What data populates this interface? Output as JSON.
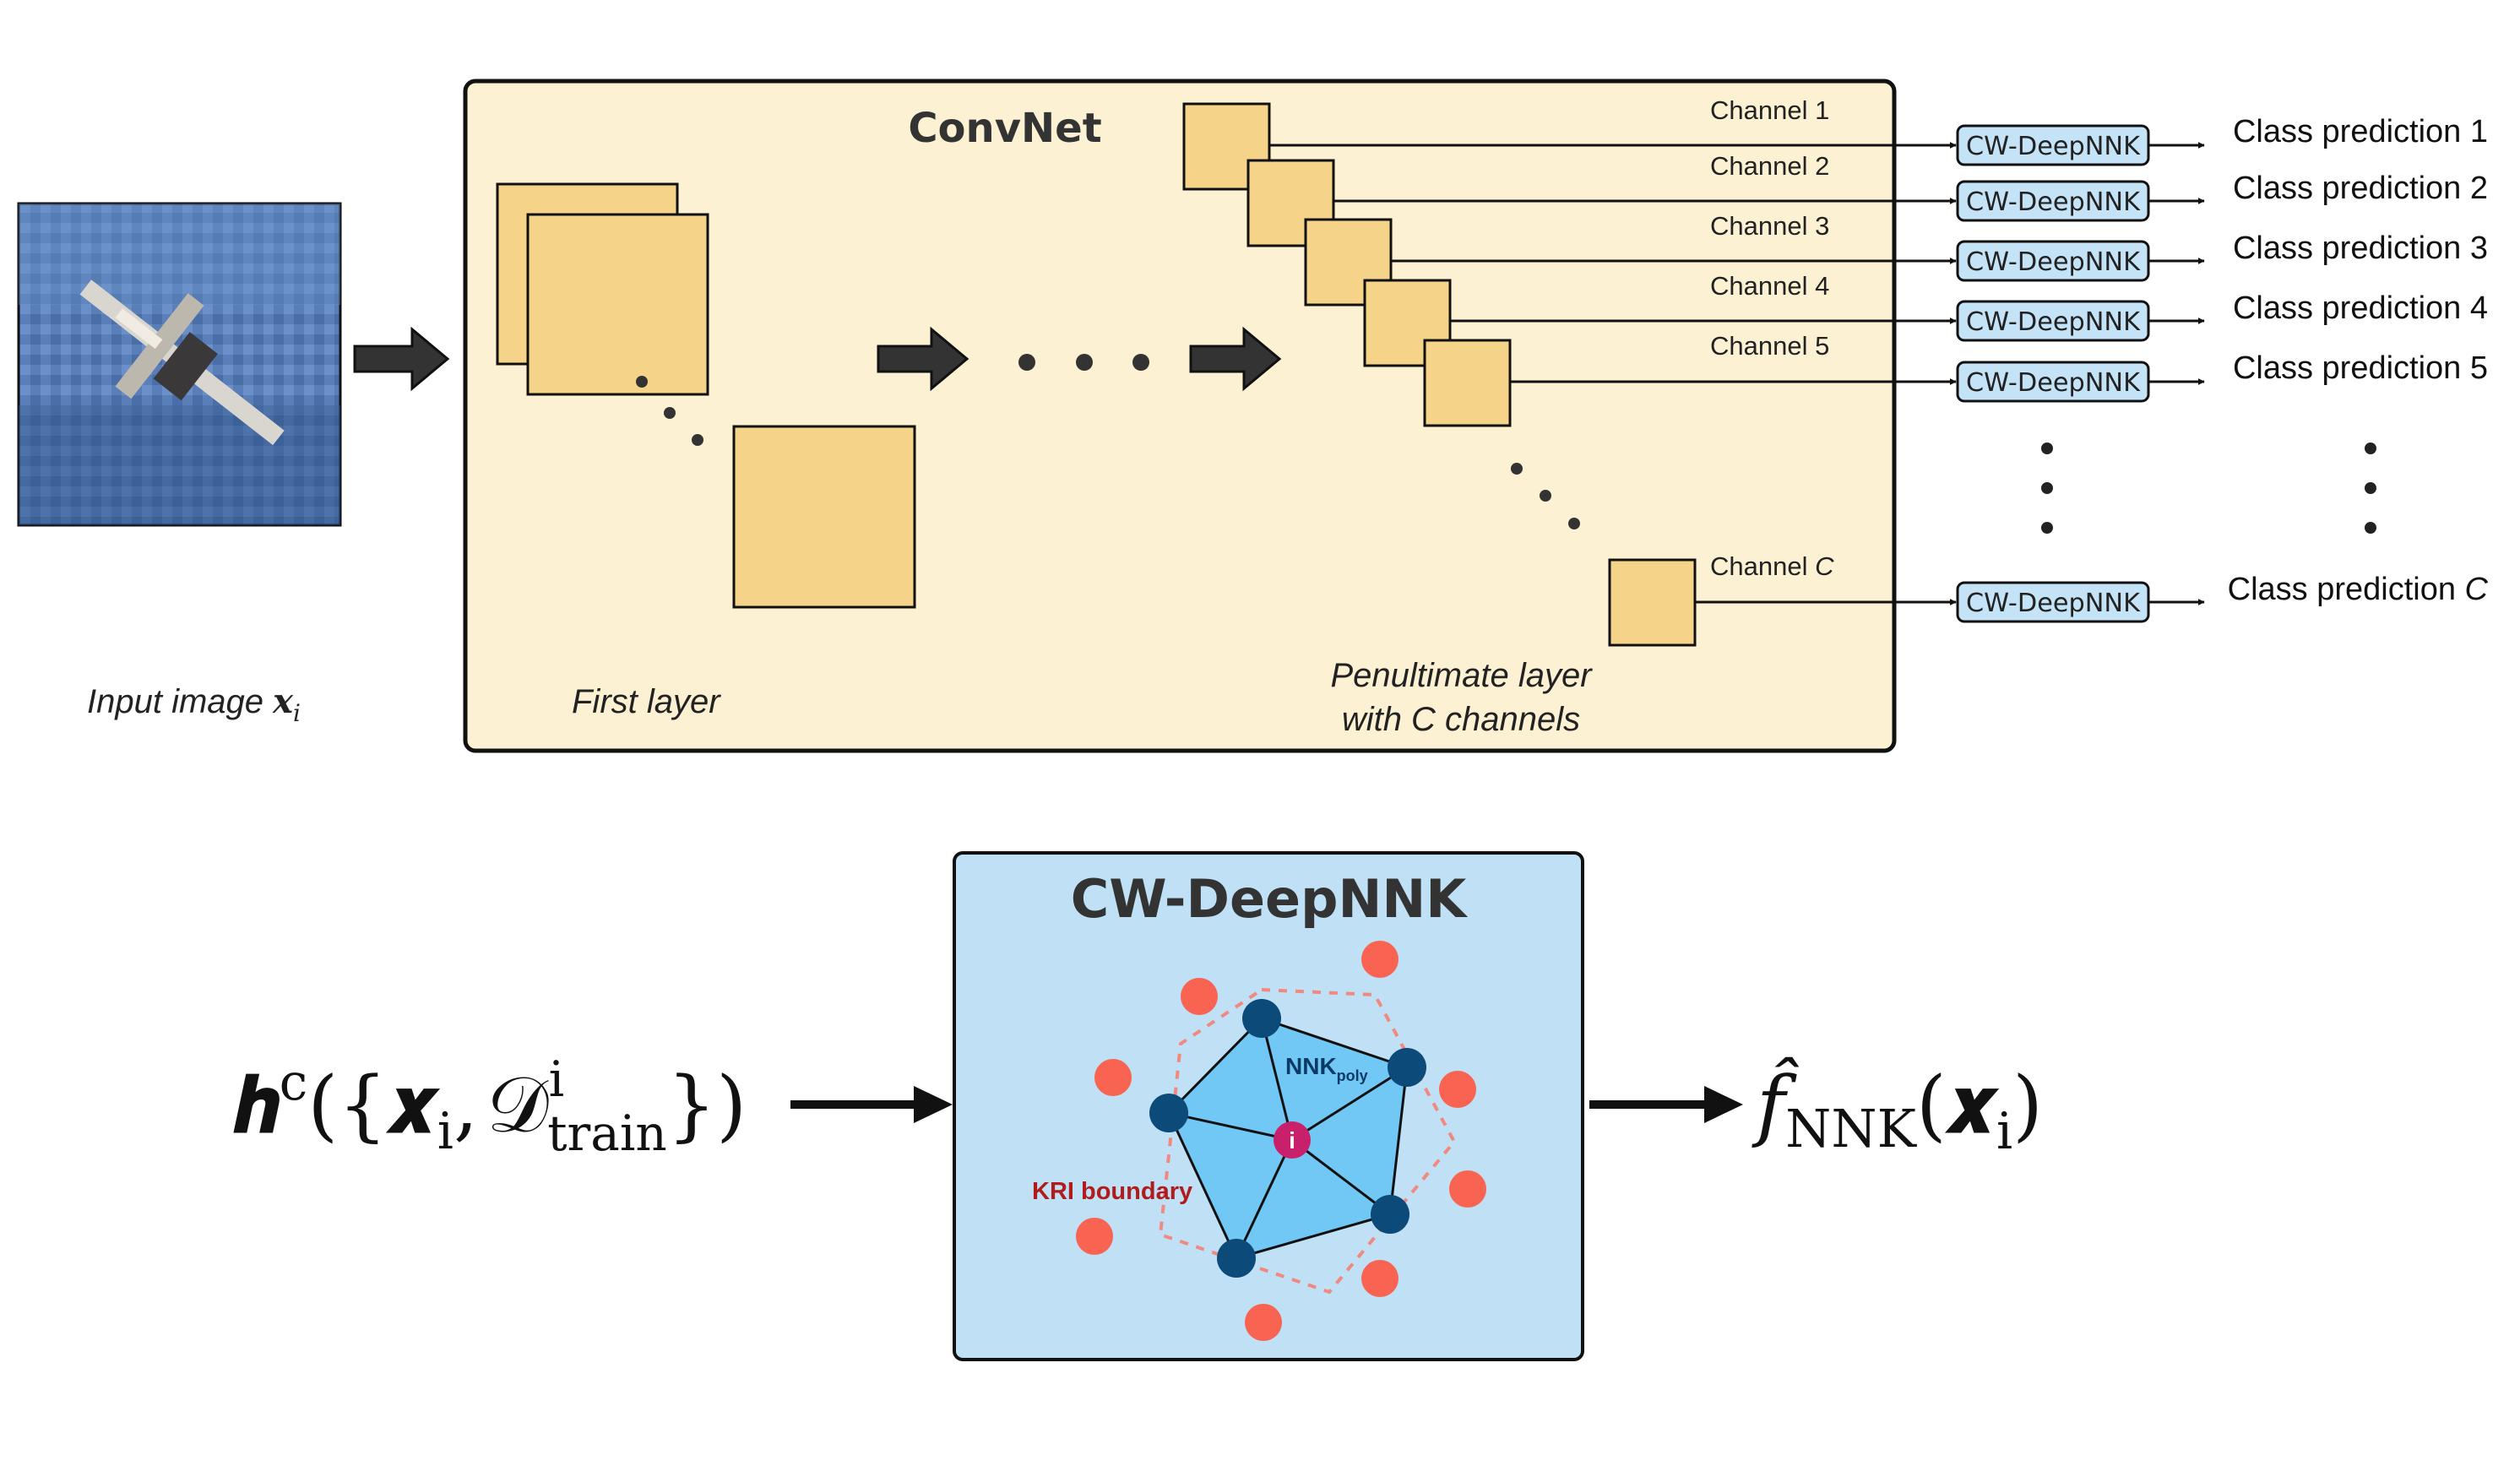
{
  "input_label_text": "Input image ",
  "input_label_var": "𝒙",
  "input_label_sub": "i",
  "convnet_title": "ConvNet",
  "first_layer_label": "First layer",
  "penultimate_label": [
    "Penultimate layer",
    "with C channels"
  ],
  "channel_prefix": "Channel ",
  "channel_suffixes": [
    "1",
    "2",
    "3",
    "4",
    "5",
    "C"
  ],
  "cw_label": "CW-DeepNNK",
  "prediction_prefix": "Class prediction ",
  "cw_box_title": "CW-DeepNNK",
  "nnk_label_main": "NNK",
  "nnk_label_sub": "poly",
  "kri_label": "KRI boundary",
  "center_node_label": "i",
  "formula_left": {
    "h": "𝒉",
    "h_sup": "c",
    "open": "({",
    "x": "𝒙",
    "x_sub": "i",
    "comma": ",",
    "D": "𝒟",
    "D_sup": "i",
    "D_sub": "train",
    "close": "})"
  },
  "formula_right": {
    "f": "f̂",
    "f_sub": "NNK",
    "open": "(",
    "x": "𝒙",
    "x_sub": "i",
    "close": ")"
  },
  "colors": {
    "convnet_bg": "#fdf1d3",
    "feature_map": "#f5d48a",
    "cw_bg": "#bfe0f5",
    "cw_small_bg": "#c5e3f7",
    "nnk_fill": "#72c8f5",
    "node_dark": "#0c4a7a",
    "node_center": "#c8206b",
    "node_red": "#f96351",
    "kri_text": "#b01c1c",
    "dashed_line": "#f08a80"
  }
}
